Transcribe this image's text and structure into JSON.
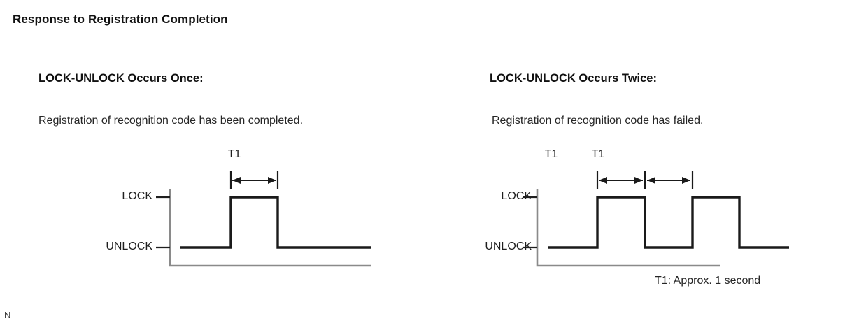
{
  "page": {
    "title": "Response to Registration Completion",
    "corner_mark": "N",
    "text_color": "#1a1a1a",
    "background_color": "#ffffff",
    "wave_color": "#1a1a1a",
    "axis_color": "#8a8a8a"
  },
  "panels": [
    {
      "heading": "LOCK-UNLOCK Occurs Once:",
      "description": "Registration of recognition code has been completed.",
      "y_labels": {
        "high": "LOCK",
        "low": "UNLOCK"
      },
      "dimension_labels": [
        "T1"
      ]
    },
    {
      "heading": "LOCK-UNLOCK Occurs Twice:",
      "description": "Registration of recognition code has failed.",
      "y_labels": {
        "high": "LOCK",
        "low": "UNLOCK"
      },
      "dimension_labels": [
        "T1",
        "T1"
      ],
      "footnote": "T1: Approx. 1 second"
    }
  ],
  "chart_data": [
    {
      "type": "line",
      "title": "LOCK-UNLOCK Occurs Once",
      "xlabel": "",
      "ylabel": "",
      "ytick_labels": [
        "UNLOCK",
        "LOCK"
      ],
      "yvalues": [
        0,
        1
      ],
      "grid": false,
      "legend": "none",
      "series": [
        {
          "name": "LOCK-UNLOCK signal",
          "step": true,
          "points": [
            {
              "t": 0.0,
              "level": "UNLOCK"
            },
            {
              "t": 1.3,
              "level": "UNLOCK"
            },
            {
              "t": 1.3,
              "level": "LOCK"
            },
            {
              "t": 2.3,
              "level": "LOCK"
            },
            {
              "t": 2.3,
              "level": "UNLOCK"
            },
            {
              "t": 4.3,
              "level": "UNLOCK"
            }
          ]
        }
      ],
      "annotations": [
        {
          "label": "T1",
          "from_t": 1.3,
          "to_t": 2.3,
          "type": "dimension"
        }
      ]
    },
    {
      "type": "line",
      "title": "LOCK-UNLOCK Occurs Twice",
      "xlabel": "",
      "ylabel": "",
      "ytick_labels": [
        "UNLOCK",
        "LOCK"
      ],
      "yvalues": [
        0,
        1
      ],
      "grid": false,
      "legend": "none",
      "series": [
        {
          "name": "LOCK-UNLOCK signal",
          "step": true,
          "points": [
            {
              "t": 0.0,
              "level": "UNLOCK"
            },
            {
              "t": 1.3,
              "level": "UNLOCK"
            },
            {
              "t": 1.3,
              "level": "LOCK"
            },
            {
              "t": 2.3,
              "level": "LOCK"
            },
            {
              "t": 2.3,
              "level": "UNLOCK"
            },
            {
              "t": 3.3,
              "level": "UNLOCK"
            },
            {
              "t": 3.3,
              "level": "LOCK"
            },
            {
              "t": 4.3,
              "level": "LOCK"
            },
            {
              "t": 4.3,
              "level": "UNLOCK"
            },
            {
              "t": 5.4,
              "level": "UNLOCK"
            }
          ]
        }
      ],
      "annotations": [
        {
          "label": "T1",
          "from_t": 1.3,
          "to_t": 2.3,
          "type": "dimension"
        },
        {
          "label": "T1",
          "from_t": 2.3,
          "to_t": 3.3,
          "type": "dimension"
        },
        {
          "label": "T1: Approx. 1 second",
          "type": "note"
        }
      ]
    }
  ]
}
